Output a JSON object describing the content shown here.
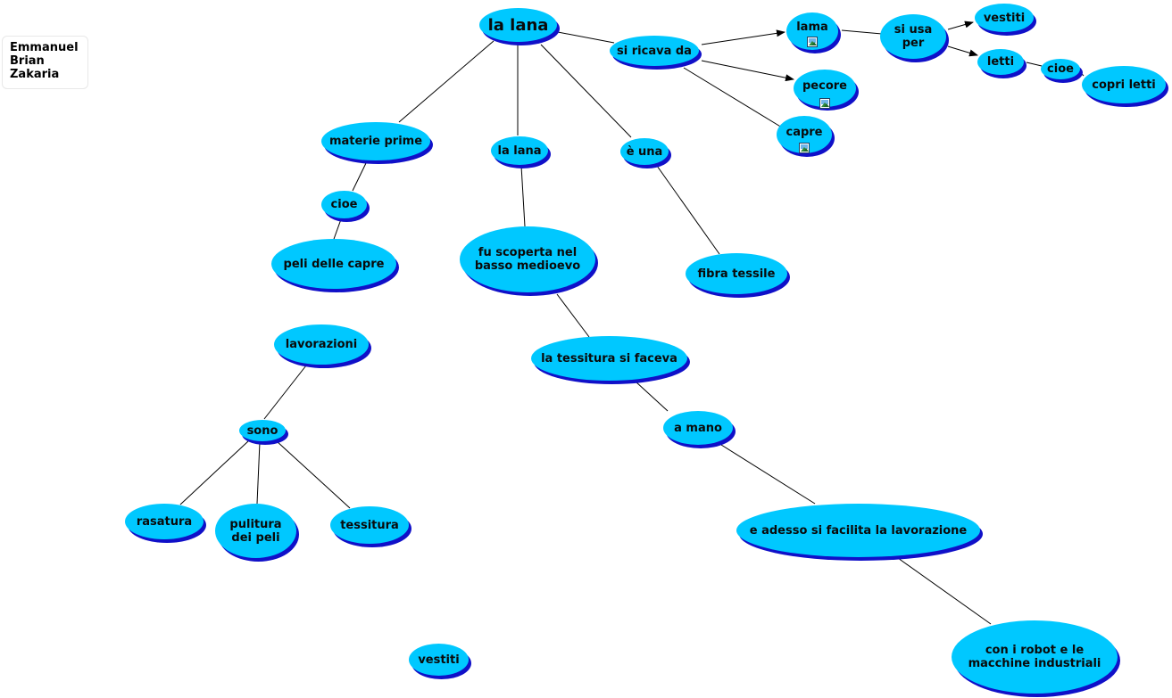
{
  "authors": [
    "Emmanuel",
    "Brian",
    "Zakaria"
  ],
  "colors": {
    "node_fill": "#00c8ff",
    "node_shadow": "#1010c8",
    "line": "#000000"
  },
  "nodes": {
    "root": "la lana",
    "si_ricava_da": "si ricava da",
    "lama": "lama",
    "pecore": "pecore",
    "capre": "capre",
    "si_usa_per": "si usa\nper",
    "vestiti_top": "vestiti",
    "letti": "letti",
    "cioe_right": "cioe",
    "copri_letti": "copri letti",
    "materie_prime": "materie prime",
    "cioe_left": "cioe",
    "peli_delle_capre": "peli delle capre",
    "la_lana_sub": "la lana",
    "fu_scoperta": "fu scoperta nel\nbasso medioevo",
    "e_una": "è una",
    "fibra_tessile": "fibra tessile",
    "tessitura_si_faceva": "la tessitura si faceva",
    "a_mano": "a mano",
    "e_adesso": "e adesso si facilita la lavorazione",
    "con_i_robot": "con i robot e le\nmacchine industriali",
    "lavorazioni": "lavorazioni",
    "sono": "sono",
    "rasatura": "rasatura",
    "pulitura": "pulitura\ndei peli",
    "tessitura": "tessitura",
    "vestiti_bottom": "vestiti"
  },
  "image_icons": [
    "picture-icon",
    "picture-icon",
    "picture-icon"
  ]
}
